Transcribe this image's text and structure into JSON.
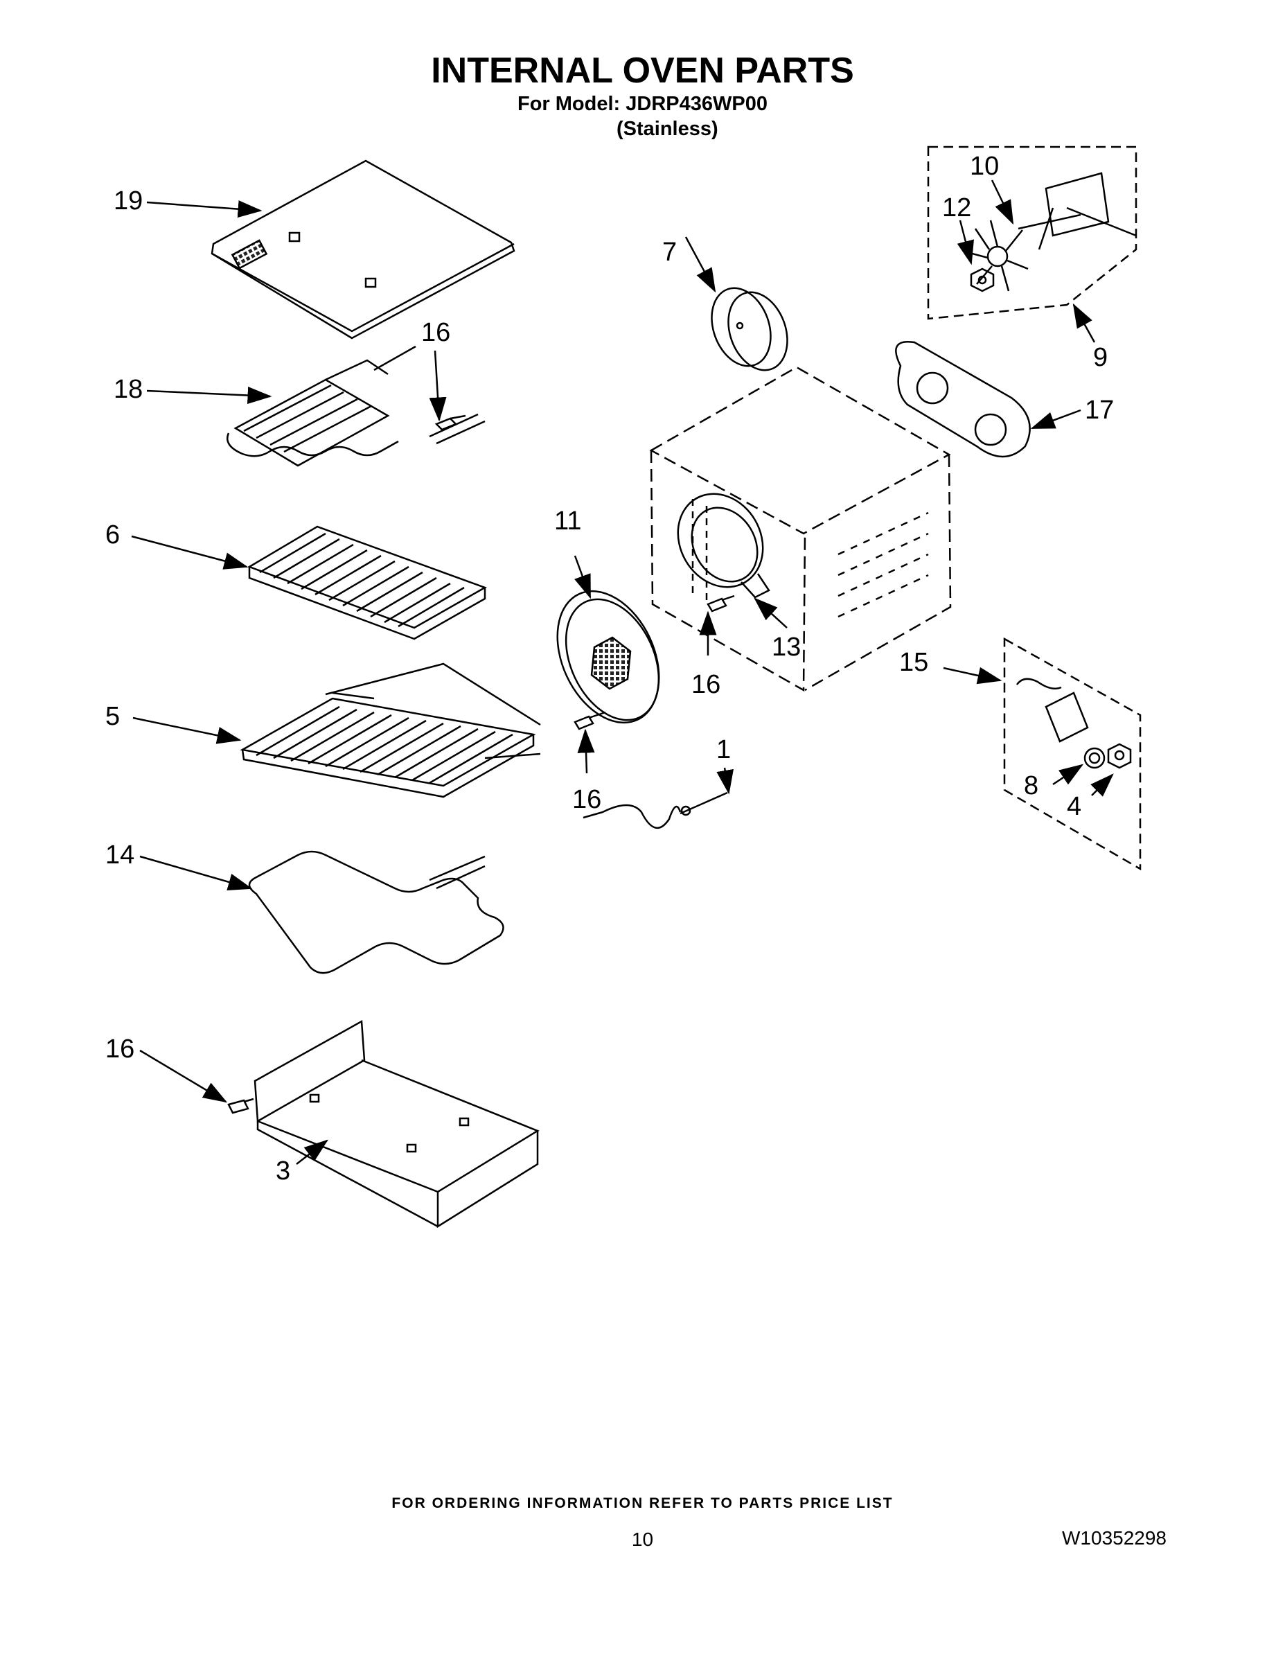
{
  "header": {
    "title": "INTERNAL OVEN PARTS",
    "model_line": "For Model: JDRP436WP00",
    "finish_line": "(Stainless)"
  },
  "callouts": [
    "19",
    "18",
    "16",
    "6",
    "5",
    "14",
    "16",
    "3",
    "7",
    "10",
    "12",
    "9",
    "17",
    "11",
    "13",
    "16",
    "16",
    "1",
    "15",
    "8",
    "4"
  ],
  "footer": {
    "ordering_note": "FOR ORDERING INFORMATION REFER TO PARTS PRICE LIST",
    "page_number": "10",
    "document_number": "W10352298"
  }
}
